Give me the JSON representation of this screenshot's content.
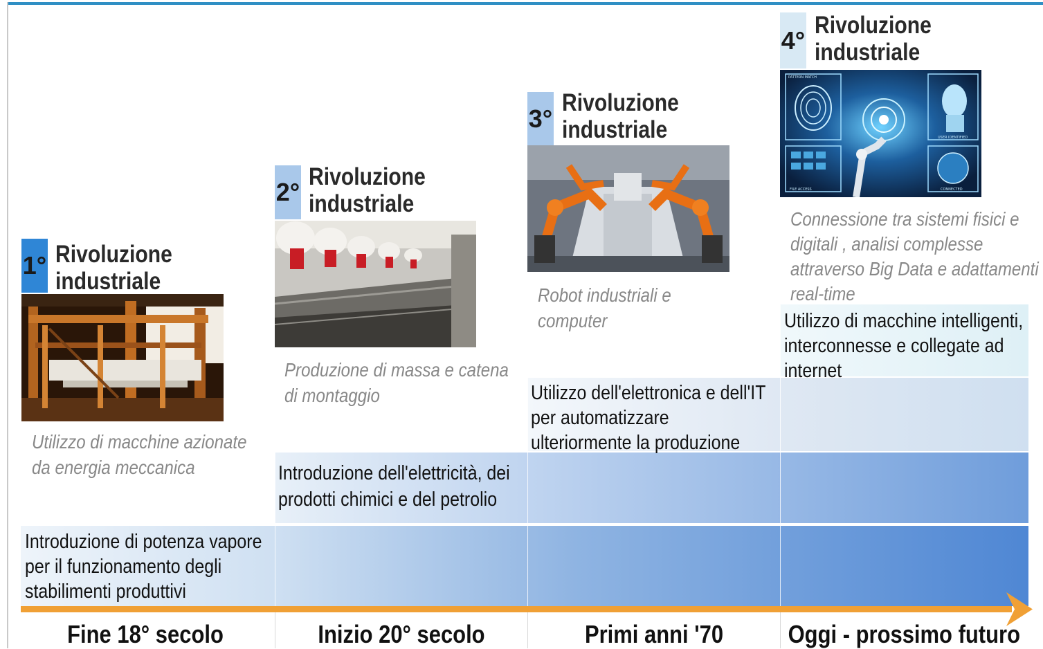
{
  "revolutions": [
    {
      "number": "1°",
      "title_line1": "Rivoluzione",
      "title_line2": "industriale",
      "subtitle_lines": [
        "Utilizzo di macchine azionate",
        "da energia meccanica"
      ],
      "band_lines": [
        "Introduzione di potenza vapore",
        "per il funzionamento degli",
        "stabilimenti produttivi"
      ],
      "era": "Fine 18° secolo"
    },
    {
      "number": "2°",
      "title_line1": "Rivoluzione",
      "title_line2": "industriale",
      "subtitle_lines": [
        "Produzione di massa e catena",
        "di montaggio"
      ],
      "band_lines": [
        "Introduzione dell'elettricità, dei",
        "prodotti chimici e del petrolio"
      ],
      "era": "Inizio 20° secolo"
    },
    {
      "number": "3°",
      "title_line1": "Rivoluzione",
      "title_line2": "industriale",
      "subtitle_lines": [
        "Robot industriali e",
        "computer"
      ],
      "band_lines": [
        "Utilizzo dell'elettronica e dell'IT",
        "per automatizzare",
        "ulteriormente la produzione"
      ],
      "era": "Primi anni '70"
    },
    {
      "number": "4°",
      "title_line1": "Rivoluzione",
      "title_line2": "industriale",
      "subtitle_lines": [
        "Connessione tra sistemi fisici e",
        "digitali , analisi complesse",
        "attraverso Big Data e adattamenti",
        "real-time"
      ],
      "band_lines": [
        "Utilizzo di macchine intelligenti,",
        "interconnesse e collegate ad",
        "internet"
      ],
      "era": "Oggi - prossimo futuro"
    }
  ],
  "photo_labels": {
    "pattern_match": "PATTERN MATCH",
    "user_identified": "USER IDENTIFIED",
    "file_access": "FILE ACCESS",
    "connected": "CONNECTED"
  },
  "colors": {
    "accent_blue": "#2f86d6",
    "band_dark": "#4f8ad6",
    "band_light": "#dbe8f4",
    "arrow_orange": "#f0a035",
    "top_line": "#2f8fc4"
  },
  "icons": [
    "loom-photo",
    "textile-mill-photo",
    "robot-assembly-photo",
    "ai-interface-photo",
    "timeline-arrow"
  ]
}
